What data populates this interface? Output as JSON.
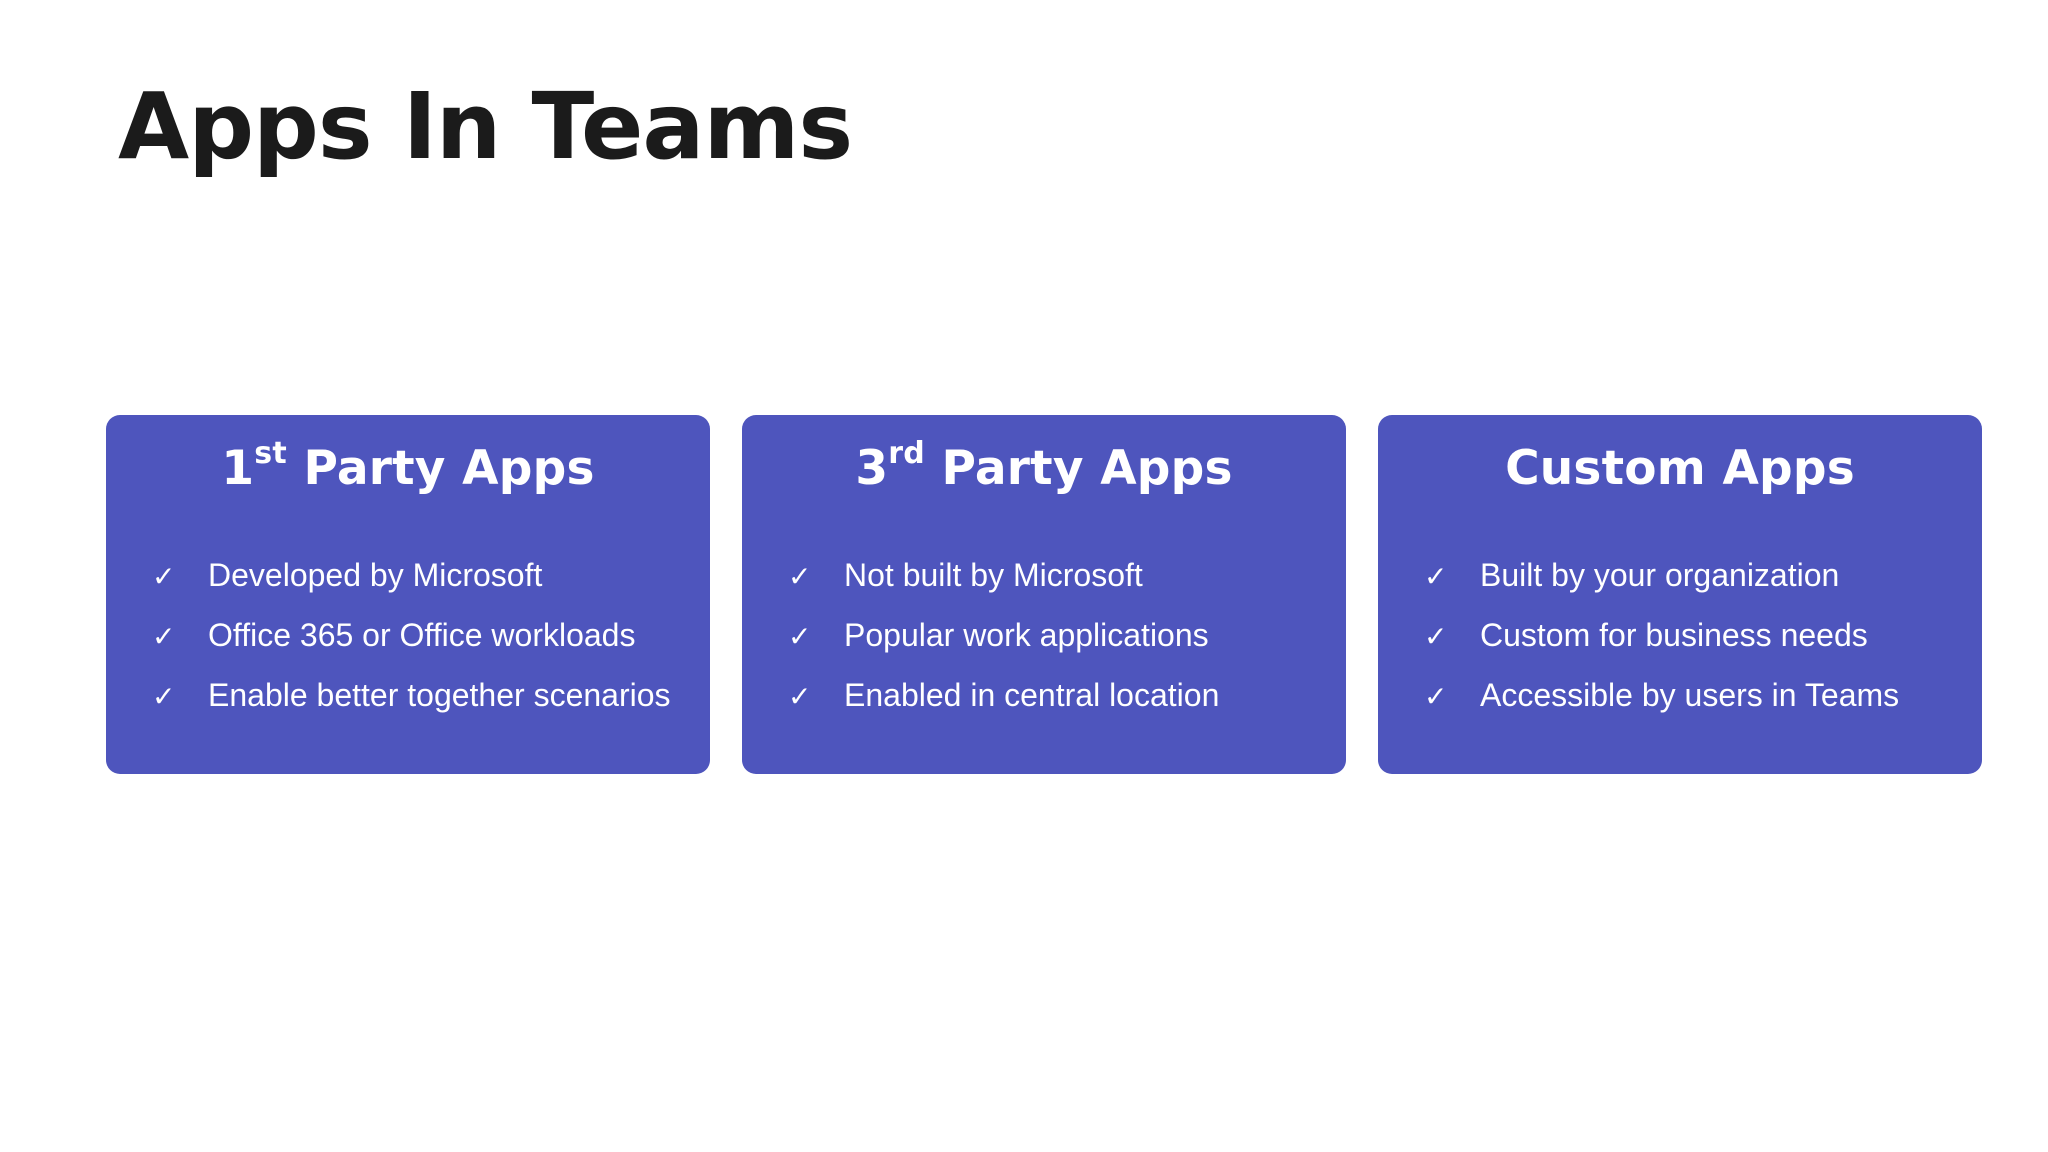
{
  "slide": {
    "title": "Apps In Teams",
    "background_color": "#ffffff",
    "card_color": "#4e55bd",
    "text_color_on_card": "#ffffff"
  },
  "cards": [
    {
      "title_prefix": "1",
      "title_sup": "st",
      "title_rest": " Party Apps",
      "check_icon": "check-icon",
      "check_glyph": "✓",
      "items": [
        "Developed by Microsoft",
        "Office 365 or Office workloads",
        "Enable better together scenarios"
      ]
    },
    {
      "title_prefix": "3",
      "title_sup": "rd",
      "title_rest": " Party Apps",
      "check_icon": "check-icon",
      "check_glyph": "✓",
      "items": [
        "Not built by Microsoft",
        "Popular work applications",
        "Enabled in central location"
      ]
    },
    {
      "title_prefix": "Custom Apps",
      "title_sup": "",
      "title_rest": "",
      "check_icon": "check-icon",
      "check_glyph": "✓",
      "items": [
        "Built by your organization",
        "Custom for business needs",
        "Accessible by users in Teams"
      ]
    }
  ]
}
